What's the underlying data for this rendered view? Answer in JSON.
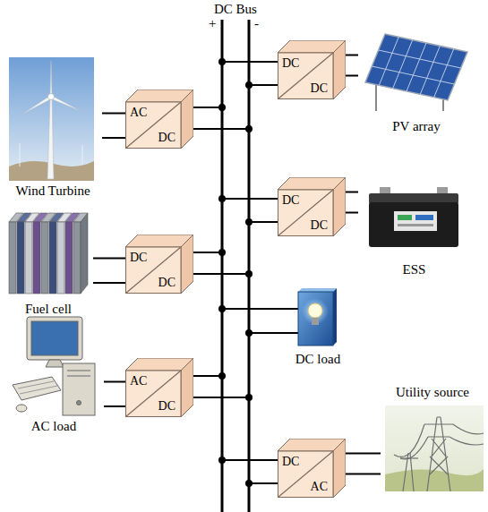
{
  "diagram": {
    "nodes": [
      {
        "text": [
          "DC",
          "DC"
        ]
      },
      {
        "text": [
          "PV array"
        ]
      },
      {
        "text": [
          "Wind Turbine"
        ]
      },
      {
        "text": [
          "AC",
          "DC"
        ]
      },
      {
        "text": [
          "DC",
          "DC"
        ]
      },
      {
        "text": [
          "ESS"
        ]
      },
      {
        "text": [
          "Fuel cell"
        ]
      },
      {
        "text": [
          "DC",
          "DC"
        ]
      },
      {
        "text": [
          "DC load"
        ]
      },
      {
        "text": [
          "AC load"
        ]
      },
      {
        "text": [
          "AC",
          "DC"
        ]
      },
      {
        "text": [
          "Utility source"
        ]
      },
      {
        "text": [
          "DC",
          "AC"
        ]
      }
    ],
    "edges": [
      {
        "from": 0,
        "to": 1,
        "arrow": "none"
      },
      {
        "from": 3,
        "to": 2,
        "arrow": "none"
      },
      {
        "from": 4,
        "to": 5,
        "arrow": "none"
      },
      {
        "from": 7,
        "to": 6,
        "arrow": "none"
      },
      {
        "from": 10,
        "to": 9,
        "arrow": "none"
      },
      {
        "from": 12,
        "to": 11,
        "arrow": "none"
      }
    ],
    "labels": [
      "DC Bus",
      "+",
      "-"
    ]
  }
}
